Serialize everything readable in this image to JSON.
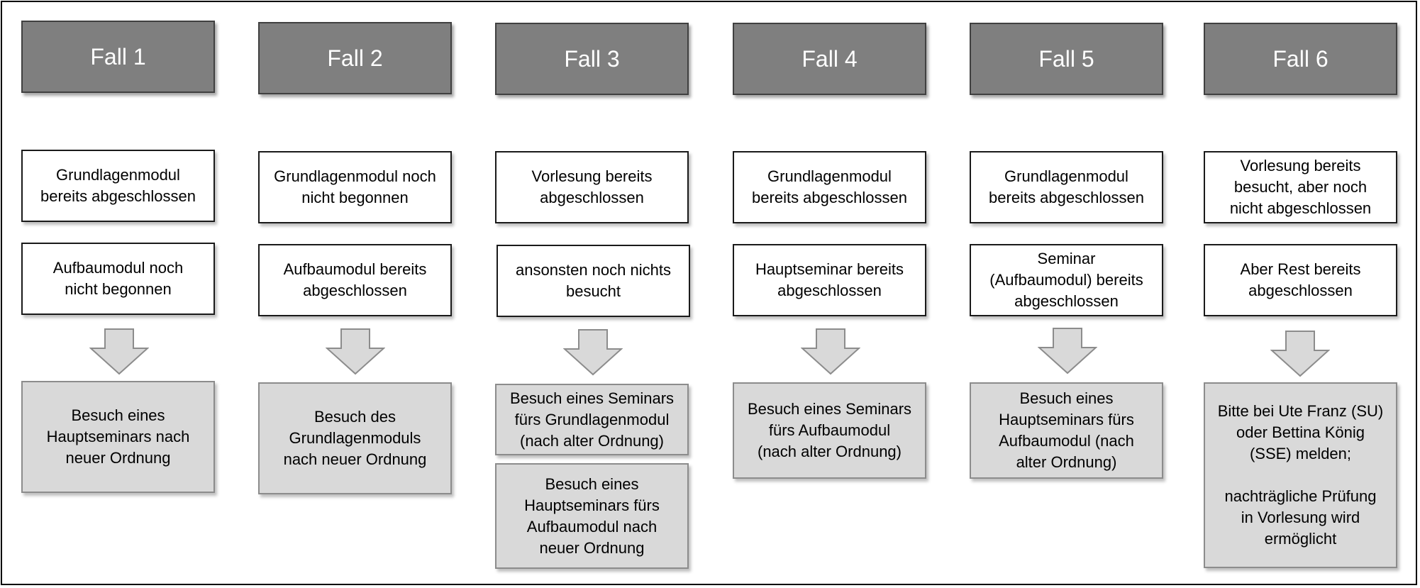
{
  "cases": [
    {
      "title": "Fall 1",
      "conditions": [
        "Grundlagenmodul\nbereits abgeschlossen",
        "Aufbaumodul noch\nnicht begonnen"
      ],
      "results": [
        "Besuch eines\nHauptseminars nach\nneuer Ordnung"
      ]
    },
    {
      "title": "Fall 2",
      "conditions": [
        "Grundlagenmodul noch\nnicht begonnen",
        "Aufbaumodul bereits\nabgeschlossen"
      ],
      "results": [
        "Besuch des\nGrundlagenmoduls\nnach neuer Ordnung"
      ]
    },
    {
      "title": "Fall 3",
      "conditions": [
        "Vorlesung bereits\nabgeschlossen",
        "ansonsten noch nichts\nbesucht"
      ],
      "results": [
        "Besuch eines Seminars\nfürs Grundlagenmodul\n(nach alter Ordnung)",
        "Besuch eines\nHauptseminars fürs\nAufbaumodul nach\nneuer Ordnung"
      ]
    },
    {
      "title": "Fall 4",
      "conditions": [
        "Grundlagenmodul\nbereits abgeschlossen",
        "Hauptseminar bereits\nabgeschlossen"
      ],
      "results": [
        "Besuch eines Seminars\nfürs Aufbaumodul\n(nach alter Ordnung)"
      ]
    },
    {
      "title": "Fall 5",
      "conditions": [
        "Grundlagenmodul\nbereits abgeschlossen",
        "Seminar\n(Aufbaumodul) bereits\nabgeschlossen"
      ],
      "results": [
        "Besuch eines\nHauptseminars fürs\nAufbaumodul (nach\nalter Ordnung)"
      ]
    },
    {
      "title": "Fall 6",
      "conditions": [
        "Vorlesung bereits\nbesucht, aber noch\nnicht abgeschlossen",
        "Aber Rest bereits\nabgeschlossen"
      ],
      "results": [
        "Bitte bei Ute Franz (SU)\noder Bettina König\n(SSE) melden;\n\nnachträgliche Prüfung\nin Vorlesung wird\nermöglicht"
      ]
    }
  ],
  "colors": {
    "header_fill": "#7f7f7f",
    "result_fill": "#d9d9d9",
    "arrow_fill": "#d9d9d9"
  }
}
